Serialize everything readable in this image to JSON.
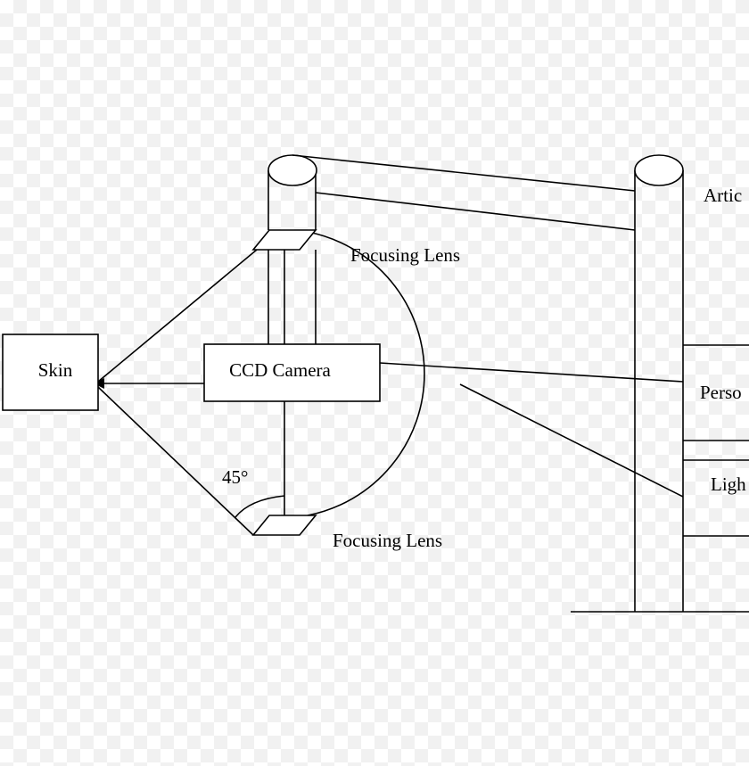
{
  "diagram": {
    "skin_label": "Skin",
    "camera_label": "CCD Camera",
    "lens_top_label": "Focusing Lens",
    "lens_bottom_label": "Focusing Lens",
    "angle_label": "45°",
    "arm_label": "Artic",
    "personal_label": "Perso",
    "light_label": "Ligh"
  }
}
